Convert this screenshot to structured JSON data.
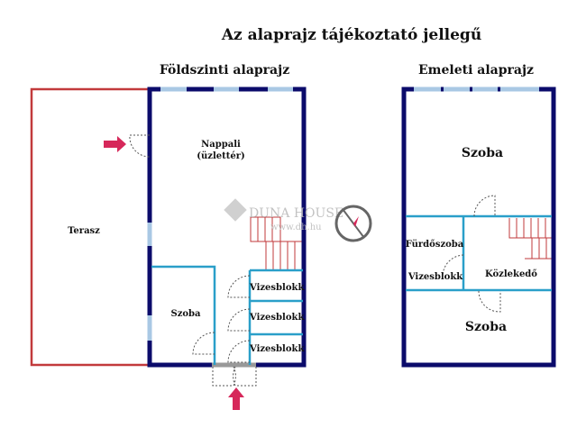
{
  "title": "Az alaprajz tájékoztató jellegű",
  "ground_floor": {
    "heading": "Földszinti alaprajz",
    "rooms": {
      "terrace": "Terasz",
      "living_line1": "Nappali",
      "living_line2": "(üzlettér)",
      "room": "Szoba",
      "wc1": "Vizesblokk",
      "wc2": "Vizesblokk",
      "wc3": "Vizesblokk"
    }
  },
  "upper_floor": {
    "heading": "Emeleti alaprajz",
    "rooms": {
      "room_top": "Szoba",
      "bathroom": "Fürdőszoba",
      "wc": "Vizesblokk",
      "corridor": "Közlekedő",
      "room_bottom": "Szoba"
    }
  },
  "watermark": {
    "brand": "DUNA HOUSE",
    "url": "www.dh.hu"
  },
  "colors": {
    "wall": "#0b0b6b",
    "inner_wall": "#2a9fc9",
    "window": "#a9c8e4",
    "terrace": "#c23a3c",
    "arrow": "#d6285a",
    "stairs": "#c0393b"
  }
}
